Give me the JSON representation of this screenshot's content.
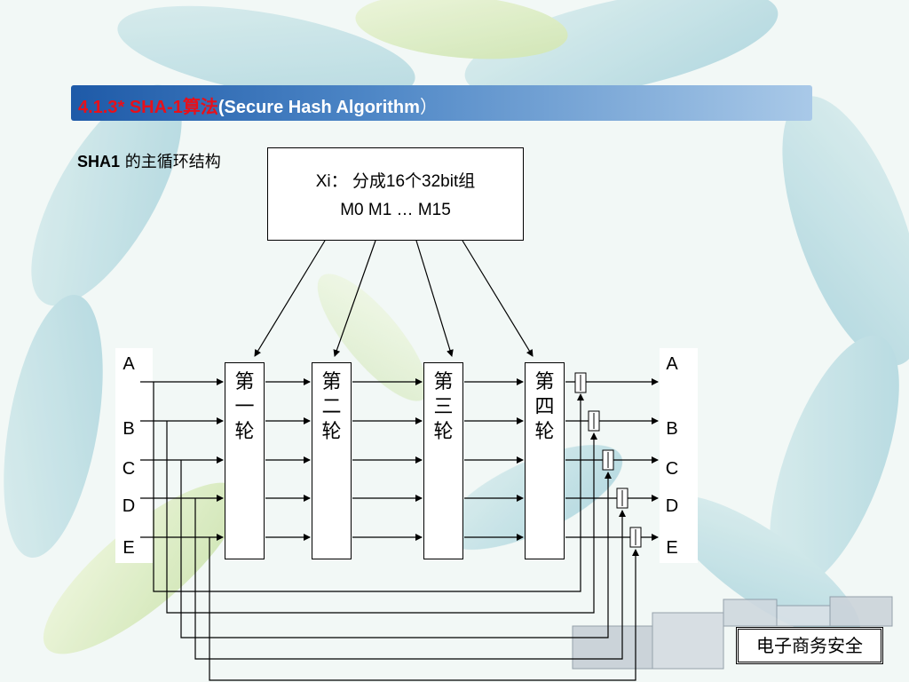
{
  "title": {
    "prefix": "4.1.3* SHA-1",
    "cn": "算法",
    "en": "(Secure Hash Algorithm",
    "close": "）"
  },
  "subtitle": {
    "bold": "SHA1",
    "text": " 的主循环结构"
  },
  "input_box": {
    "line1": "Xi：  分成16个32bit组",
    "line2": "M0  M1 …  M15"
  },
  "registers_left": [
    "A",
    "B",
    "C",
    "D",
    "E"
  ],
  "registers_right": [
    "A",
    "B",
    "C",
    "D",
    "E"
  ],
  "rounds": [
    {
      "chars": [
        "第",
        "一",
        "轮"
      ]
    },
    {
      "chars": [
        "第",
        "二",
        "轮"
      ]
    },
    {
      "chars": [
        "第",
        "三",
        "轮"
      ]
    },
    {
      "chars": [
        "第",
        "四",
        "轮"
      ]
    }
  ],
  "footer": "电子商务安全",
  "colors": {
    "title_bar": "#1e5aa8",
    "title_accent": "#e8101a",
    "line": "#000000"
  }
}
